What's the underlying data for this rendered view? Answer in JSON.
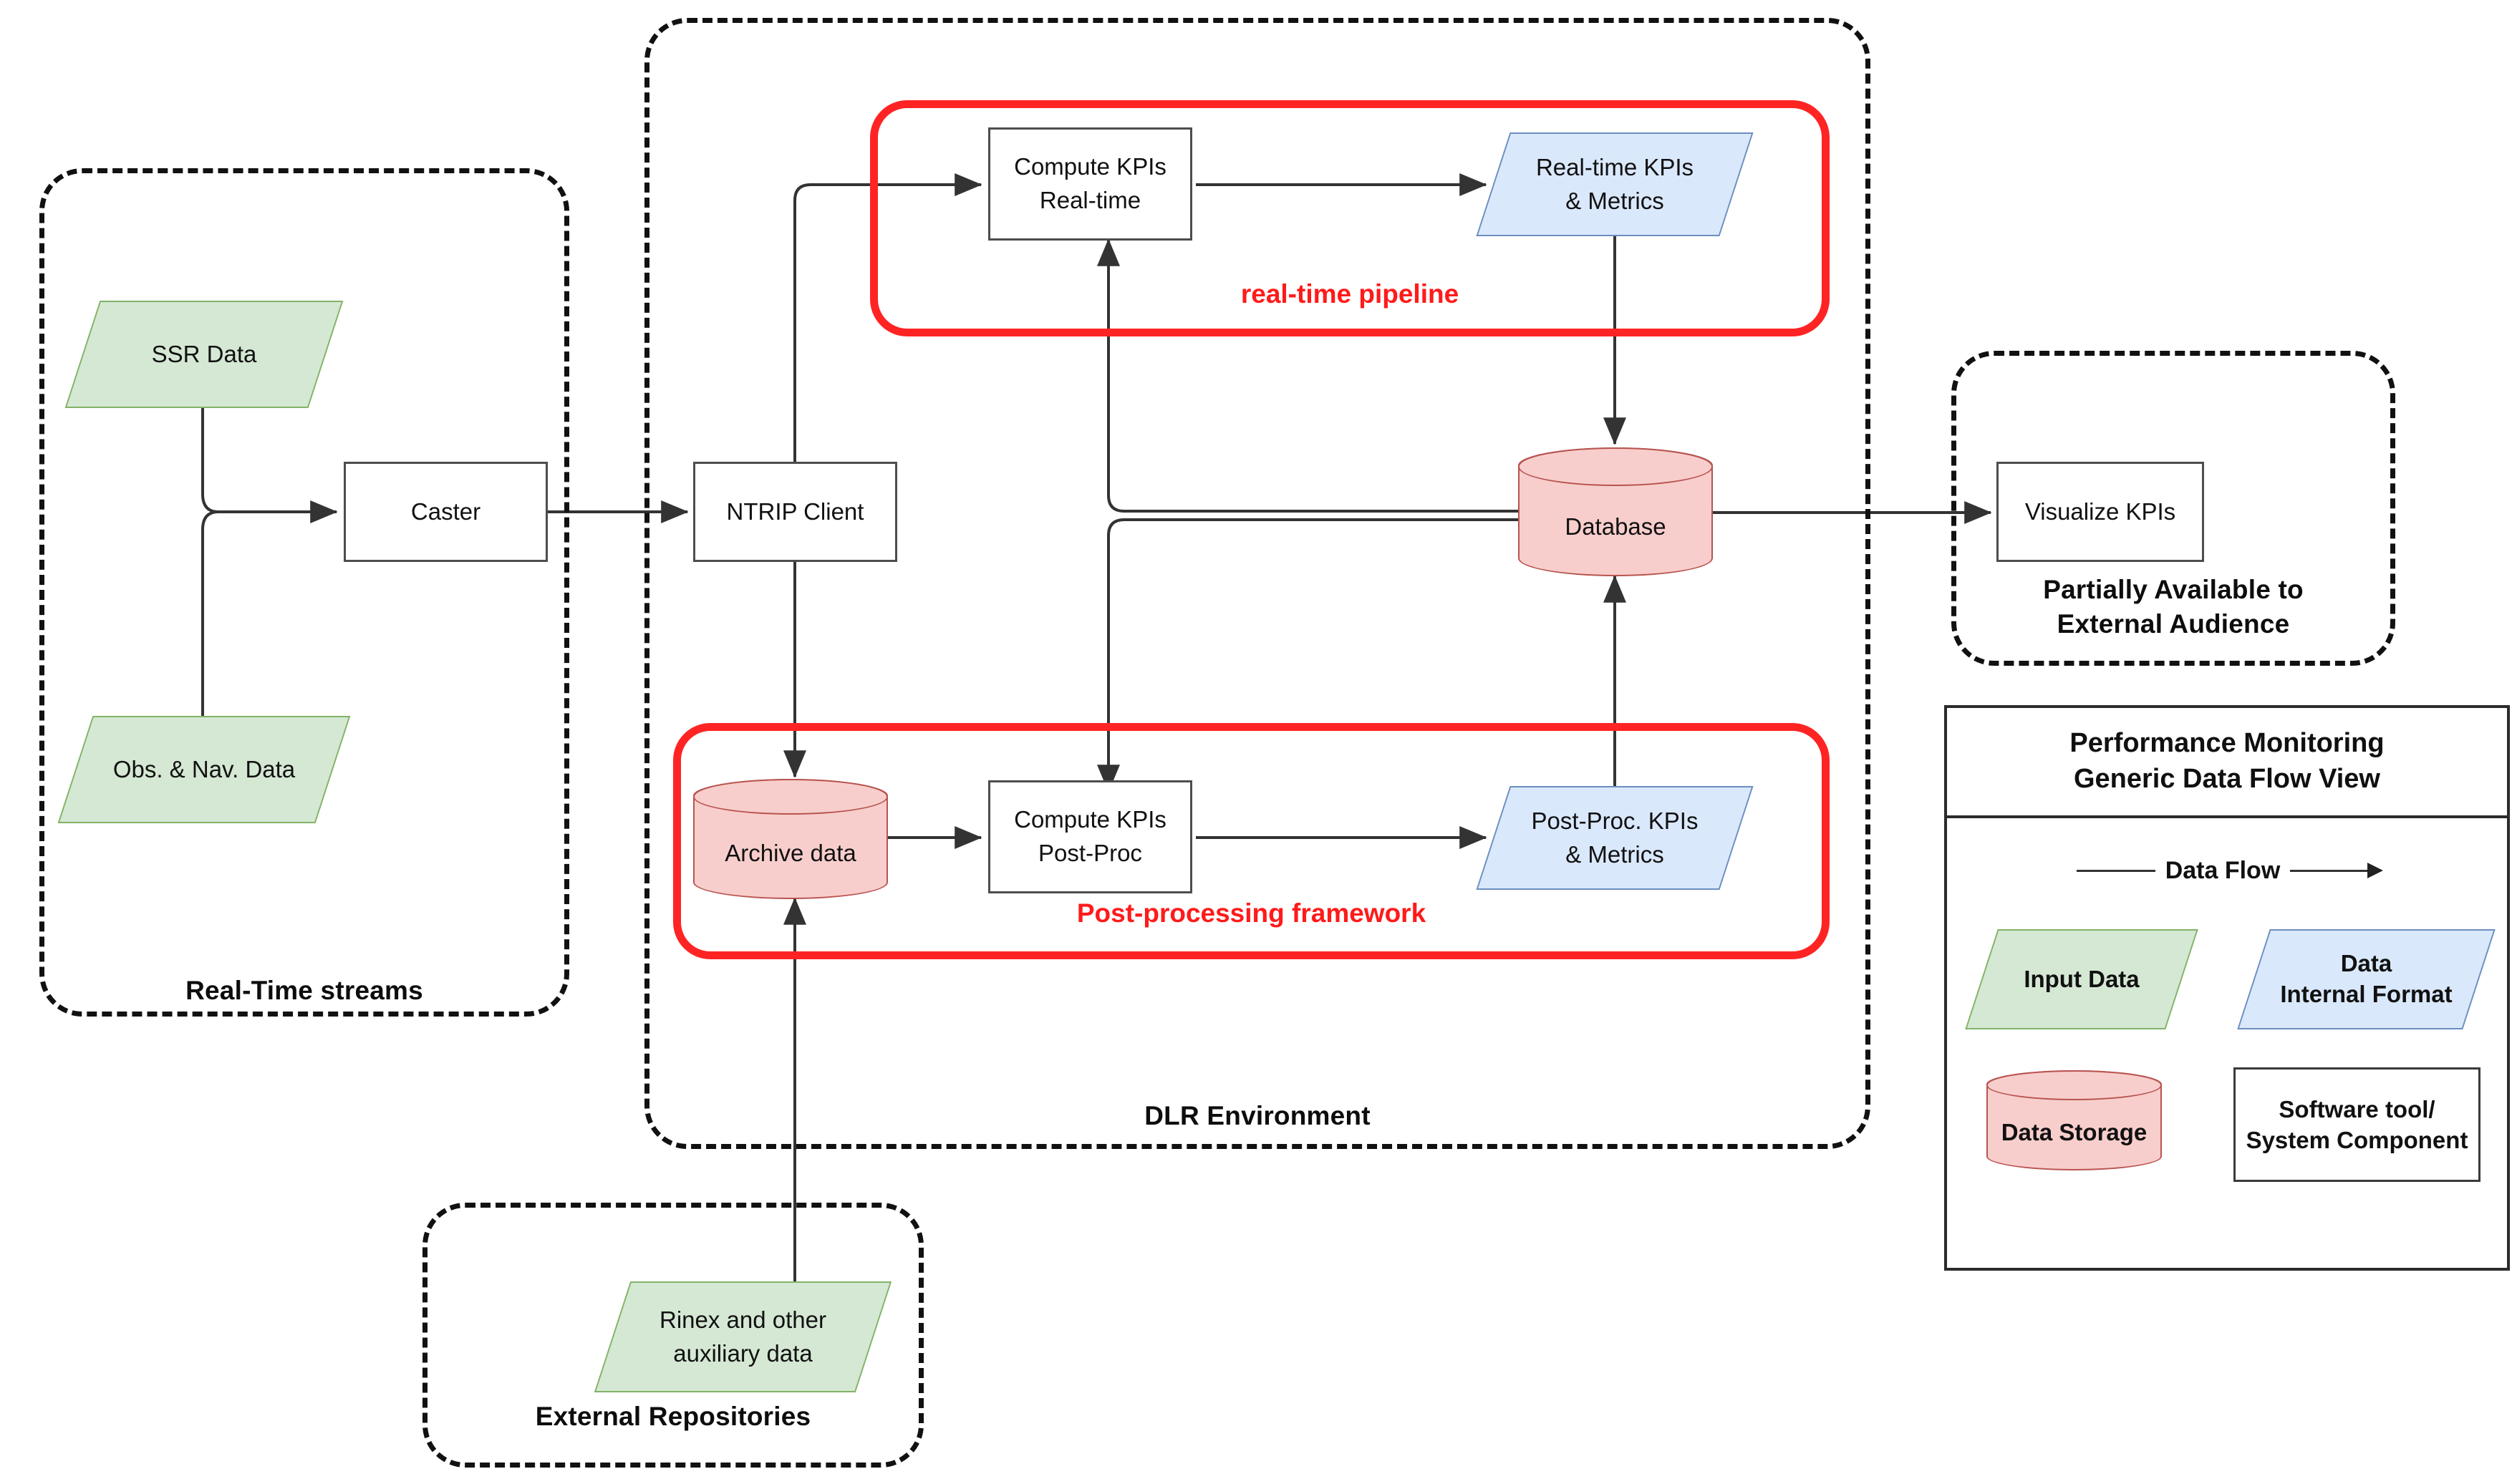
{
  "diagram": {
    "groups": [
      {
        "id": "real-time-streams",
        "label": "Real-Time streams"
      },
      {
        "id": "dlr-environment",
        "label": "DLR Environment"
      },
      {
        "id": "external-audience",
        "label": "Partially Available to\nExternal Audience"
      },
      {
        "id": "external-repositories",
        "label": "External Repositories"
      }
    ],
    "frames": [
      {
        "id": "real-time-pipeline",
        "label": "real-time pipeline",
        "color": "#ff2424"
      },
      {
        "id": "post-processing-framework",
        "label": "Post-processing framework",
        "color": "#ff2424"
      }
    ],
    "nodes": {
      "ssr_data": "SSR Data",
      "obs_nav_data": "Obs. & Nav. Data",
      "caster": "Caster",
      "ntrip_client": "NTRIP Client",
      "compute_kpis_realtime": "Compute KPIs\nReal-time",
      "realtime_kpis_metrics": "Real-time KPIs\n& Metrics",
      "database": "Database",
      "archive_data": "Archive data",
      "compute_kpis_postproc": "Compute KPIs\nPost-Proc",
      "postproc_kpis_metrics": "Post-Proc. KPIs\n& Metrics",
      "visualize_kpis": "Visualize KPIs",
      "rinex_aux_data": "Rinex and other\nauxiliary data"
    }
  },
  "legend": {
    "title": "Performance Monitoring\nGeneric Data Flow View",
    "data_flow_label": "Data Flow",
    "items": [
      {
        "id": "input-data",
        "label": "Input Data",
        "shape": "parallelogram",
        "fill": "#d5e8d4",
        "stroke": "#82b366"
      },
      {
        "id": "data-internal-format",
        "label": "Data\nInternal Format",
        "shape": "parallelogram",
        "fill": "#dae8fc",
        "stroke": "#6c8ebf"
      },
      {
        "id": "data-storage",
        "label": "Data Storage",
        "shape": "cylinder",
        "fill": "#f8cecc",
        "stroke": "#b85450"
      },
      {
        "id": "software-tool",
        "label": "Software tool/\nSystem Component",
        "shape": "rectangle",
        "fill": "#ffffff",
        "stroke": "#3a3a3a"
      }
    ]
  },
  "colors": {
    "input_data_fill": "#d5e8d4",
    "input_data_stroke": "#82b366",
    "internal_data_fill": "#dae8fc",
    "internal_data_stroke": "#6c8ebf",
    "storage_fill": "#f8cecc",
    "storage_stroke": "#b85450",
    "highlight": "#ff2424",
    "outline": "#111111"
  }
}
